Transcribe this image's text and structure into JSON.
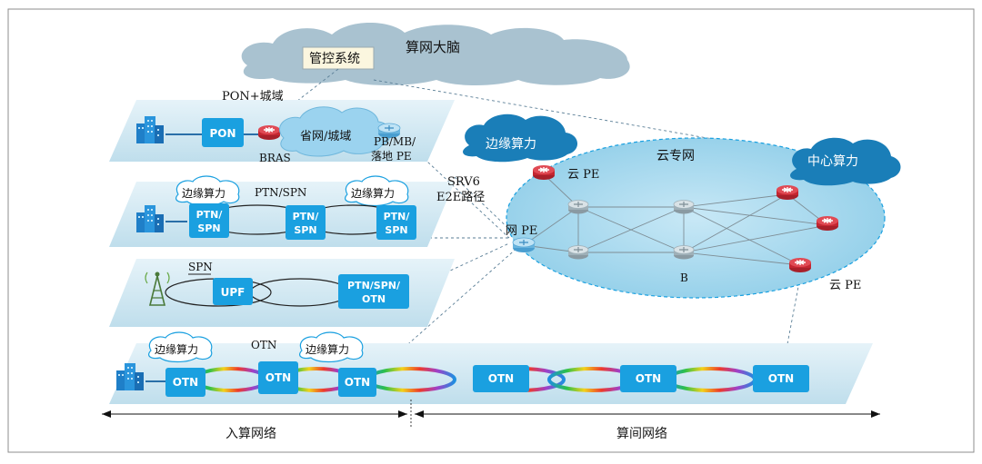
{
  "brain": {
    "title": "算网大脑",
    "control": "管控系统"
  },
  "layer1": {
    "label": "PON+城域",
    "pon": "PON",
    "bras": "BRAS",
    "cloud": "省网/城域",
    "pe_line1": "PB/MB/",
    "pe_line2": "落地 PE"
  },
  "layer2": {
    "label": "PTN/SPN",
    "edge1": "边缘算力",
    "edge2": "边缘算力",
    "box1_l1": "PTN/",
    "box1_l2": "SPN",
    "box2_l1": "PTN/",
    "box2_l2": "SPN",
    "box3_l1": "PTN/",
    "box3_l2": "SPN"
  },
  "layer3": {
    "label": "SPN",
    "upf": "UPF",
    "box_l1": "PTN/SPN/",
    "box_l2": "OTN"
  },
  "layer4": {
    "label": "OTN",
    "edge1": "边缘算力",
    "edge2": "边缘算力",
    "otn1": "OTN",
    "otn2": "OTN",
    "otn3": "OTN"
  },
  "inter": {
    "otn1": "OTN",
    "otn2": "OTN",
    "otn3": "OTN"
  },
  "srv6": {
    "line1": "SRV6",
    "line2": "E2E路径"
  },
  "cloud_net": {
    "title": "云专网",
    "edge": "边缘算力",
    "center": "中心算力",
    "cloud_pe_top": "云 PE",
    "cloud_pe_bottom": "云 PE",
    "net_pe": "网 PE",
    "node_b": "B"
  },
  "axis": {
    "left": "入算网络",
    "right": "算间网络"
  },
  "colors": {
    "accent": "#1aa0e0",
    "cloud": "#8fb4c8",
    "platform": "#cfe6f2",
    "router_red": "#d8323c"
  }
}
